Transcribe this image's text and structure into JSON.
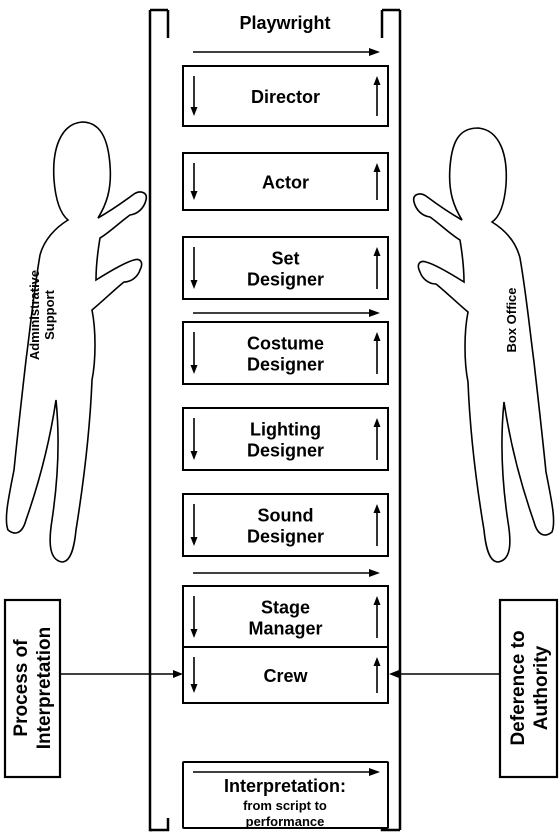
{
  "top_label": "Playwright",
  "rungs": [
    {
      "lines": [
        "Director"
      ]
    },
    {
      "lines": [
        "Actor"
      ]
    },
    {
      "lines": [
        "Set",
        "Designer"
      ]
    },
    {
      "lines": [
        "Costume",
        "Designer"
      ]
    },
    {
      "lines": [
        "Lighting",
        "Designer"
      ]
    },
    {
      "lines": [
        "Sound",
        "Designer"
      ]
    },
    {
      "lines": [
        "Stage",
        "Manager"
      ]
    },
    {
      "lines": [
        "Crew"
      ]
    }
  ],
  "bottom_label": {
    "line1": "Interpretation:",
    "line2": "from script to",
    "line3": "performance"
  },
  "left_figure_label": [
    "Administrative",
    "Support"
  ],
  "right_figure_label": "Box Office",
  "left_box": [
    "Process of",
    "Interpretation"
  ],
  "right_box": [
    "Deference to",
    "Authority"
  ]
}
